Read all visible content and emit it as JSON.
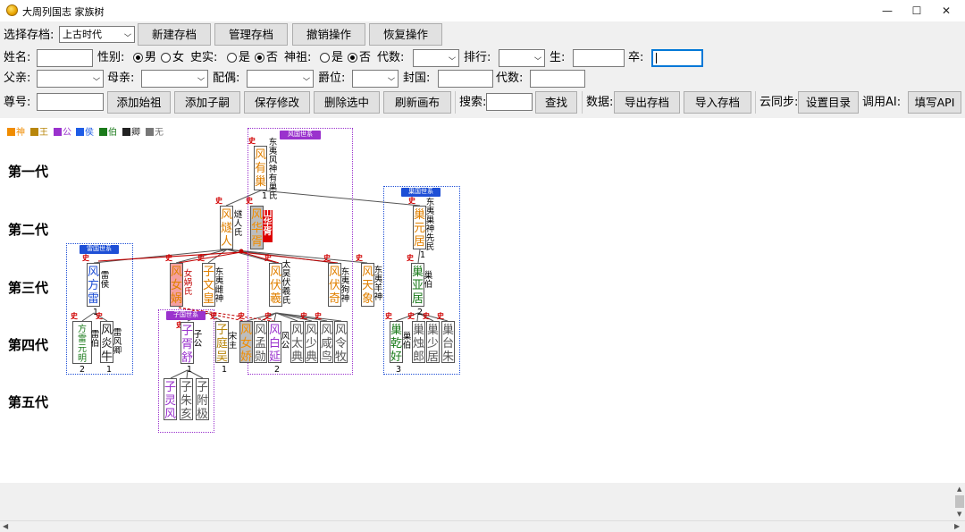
{
  "window": {
    "title": "大周列国志 家族树",
    "min": "—",
    "max": "☐",
    "close": "✕"
  },
  "toolbar1": {
    "select_label": "选择存档:",
    "select_value": "上古时代",
    "buttons": [
      "新建存档",
      "管理存档",
      "撤销操作",
      "恢复操作"
    ]
  },
  "toolbar2": {
    "name": "姓名:",
    "gender": "性别:",
    "male": "男",
    "female": "女",
    "history": "史实:",
    "yes": "是",
    "no": "否",
    "ancestor": "神祖:",
    "yes2": "是",
    "no2": "否",
    "gens": "代数:",
    "rank": "排行:",
    "born": "生:",
    "died": "卒:"
  },
  "toolbar3": {
    "father": "父亲:",
    "mother": "母亲:",
    "spouse": "配偶:",
    "title": "爵位:",
    "fief": "封国:",
    "gens": "代数:"
  },
  "toolbar4": {
    "honor": "尊号:",
    "add_root": "添加始祖",
    "add_child": "添加子嗣",
    "save": "保存修改",
    "delete": "删除选中",
    "refresh": "刷新画布",
    "search": "搜索:",
    "find": "查找",
    "data": "数据:",
    "export": "导出存档",
    "import": "导入存档",
    "cloud": "云同步:",
    "setdir": "设置目录",
    "ai": "调用AI:",
    "fillapi": "填写API"
  },
  "legend": [
    {
      "label": "神",
      "color": "#f08c00"
    },
    {
      "label": "王",
      "color": "#b8860b"
    },
    {
      "label": "公",
      "color": "#9a32cd"
    },
    {
      "label": "侯",
      "color": "#1e5ce6"
    },
    {
      "label": "伯",
      "color": "#1a7a1a"
    },
    {
      "label": "卿",
      "color": "#222222"
    },
    {
      "label": "无",
      "color": "#777777"
    }
  ],
  "generations": [
    "第一代",
    "第二代",
    "第三代",
    "第四代",
    "第五代"
  ],
  "frames": {
    "feng": "风国世系",
    "chao": "巢国世系",
    "lei": "雷国世系",
    "zi": "子国世系"
  },
  "colors": {
    "shen": "#e08000",
    "gong": "#8a2be2",
    "hou": "#1e4fd6",
    "bo": "#1a7a1a",
    "qing": "#222222",
    "wu": "#555555",
    "mark": "#d00000"
  },
  "mark": "史",
  "nodes": {
    "fengyouchao": {
      "name": "风有巢",
      "side": "东夷风神有巢氏",
      "count": "1"
    },
    "fengsuiren": {
      "name": "风燧人",
      "side": "燧人氏"
    },
    "fenghuaxu": {
      "name": "风华胥",
      "side": "山华胥"
    },
    "chaoyuanju": {
      "name": "巢元居",
      "side": "东夷巢神先民",
      "count": "1"
    },
    "fengfangl": {
      "name": "风方雷",
      "side": "雷侯",
      "count": "1"
    },
    "fengnvwa": {
      "name": "风女娲",
      "side": "女娲氏"
    },
    "ziwenhuang": {
      "name": "子文皇",
      "side": "东夷雌神"
    },
    "fengfuxi": {
      "name": "风伏羲",
      "side": "太昊伏羲氏"
    },
    "fengfuqi": {
      "name": "风伏奇",
      "side": "东夷狗神"
    },
    "fengtianxiang": {
      "name": "风天象",
      "side": "东夷羊神"
    },
    "chaoyaju": {
      "name": "巢亚居",
      "side": "巢伯",
      "count": "2"
    },
    "fanglei": {
      "name": "方雷元明"
    },
    "fengyanniu": {
      "name": "风炎牛",
      "side": "雷伯"
    },
    "fengyanniu2": {
      "side": "雷风卿"
    },
    "lcount1": "2",
    "lcount2": "1",
    "zixushu": {
      "name": "子胥舒",
      "side": "子公",
      "count": "1"
    },
    "zitingwu": {
      "name": "子庭吴",
      "side": "宋主",
      "count": "1"
    },
    "fengnvjiao": {
      "name": "风女娇"
    },
    "fengmengxun": {
      "name": "风孟勋"
    },
    "fengbaiyan": {
      "name": "风白延",
      "side": "风公",
      "count": "2"
    },
    "fengtaidian": {
      "name": "风太典"
    },
    "fengshaodian": {
      "name": "风少典"
    },
    "fengxianniao": {
      "name": "风咸鸟"
    },
    "fenglingmu": {
      "name": "风令牧"
    },
    "chaoqianhao": {
      "name": "巢乾好",
      "side": "巢伯",
      "count": "3"
    },
    "chaozhuolang": {
      "name": "巢烛郎"
    },
    "chaoshaoju": {
      "name": "巢少居"
    },
    "chaotaizhu": {
      "name": "巢台朱"
    },
    "zilingfeng": {
      "name": "子灵风"
    },
    "zizhuhao": {
      "name": "子朱亥"
    },
    "zifuji": {
      "name": "子附极"
    }
  }
}
